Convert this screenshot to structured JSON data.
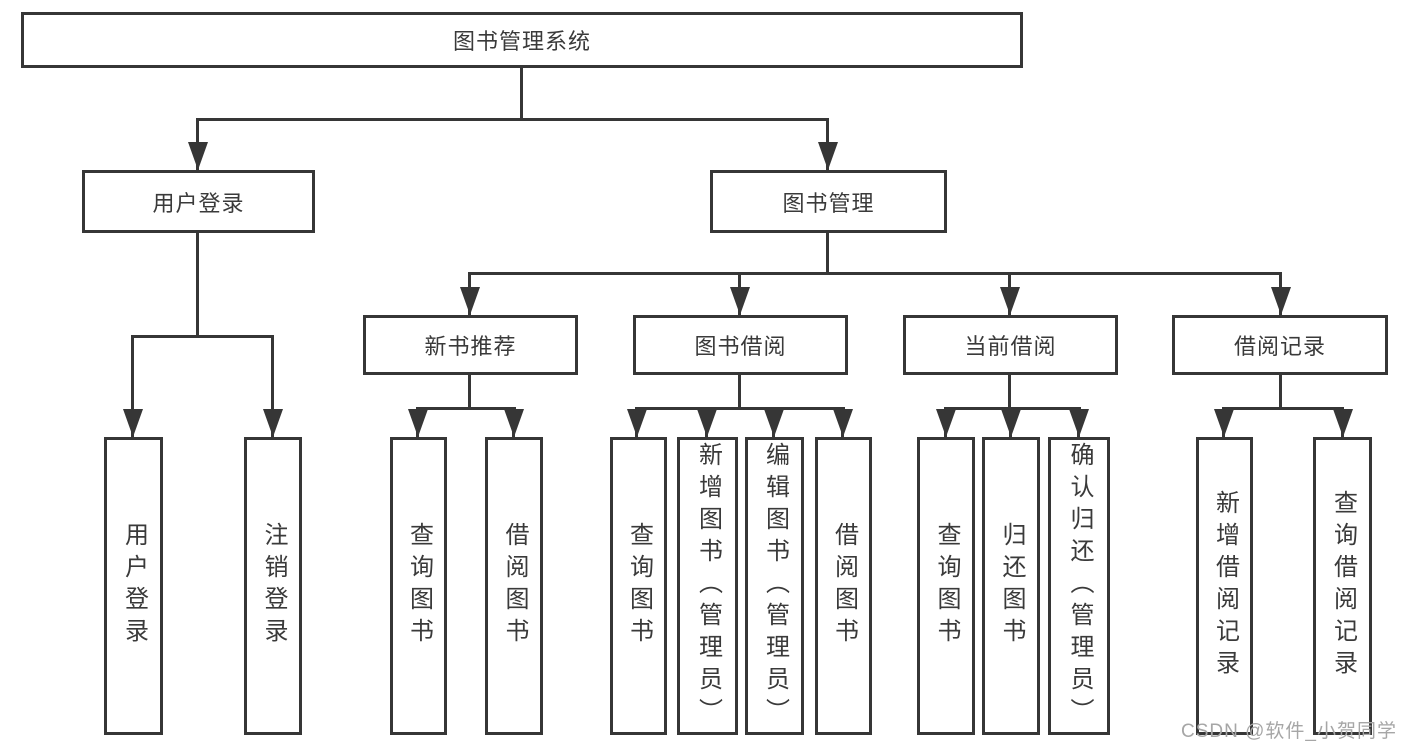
{
  "tree": {
    "root": "图书管理系统",
    "user_branch": {
      "label": "用户登录",
      "children": [
        "用户登录",
        "注销登录"
      ]
    },
    "mgmt_branch": {
      "label": "图书管理",
      "groups": [
        {
          "label": "新书推荐",
          "children": [
            "查询图书",
            "借阅图书"
          ]
        },
        {
          "label": "图书借阅",
          "children": [
            "查询图书",
            "新增图书（管理员）",
            "编辑图书（管理员）",
            "借阅图书"
          ]
        },
        {
          "label": "当前借阅",
          "children": [
            "查询图书",
            "归还图书",
            "确认归还（管理员）"
          ]
        },
        {
          "label": "借阅记录",
          "children": [
            "新增借阅记录",
            "查询借阅记录"
          ]
        }
      ]
    }
  },
  "watermark": {
    "text": "CSDN @软件_小贺同学"
  },
  "colors": {
    "line": "#363636",
    "text": "#3a3a3a",
    "watermark": "#a6a6a6"
  }
}
